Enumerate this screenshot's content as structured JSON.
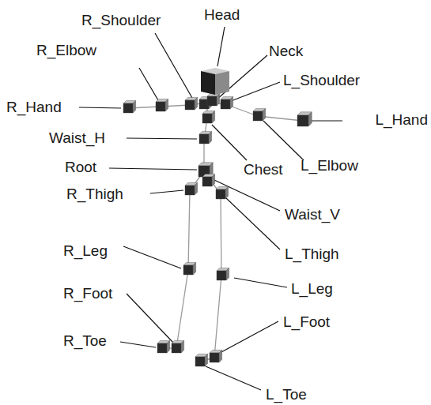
{
  "diagram": {
    "labels": [
      "Head",
      "R_Shoulder",
      "Neck",
      "R_Elbow",
      "L_Shoulder",
      "R_Hand",
      "L_Hand",
      "Waist_H",
      "Chest",
      "L_Elbow",
      "Root",
      "R_Thigh",
      "Waist_V",
      "L_Thigh",
      "R_Leg",
      "L_Leg",
      "R_Foot",
      "L_Foot",
      "R_Toe",
      "L_Toe"
    ]
  }
}
